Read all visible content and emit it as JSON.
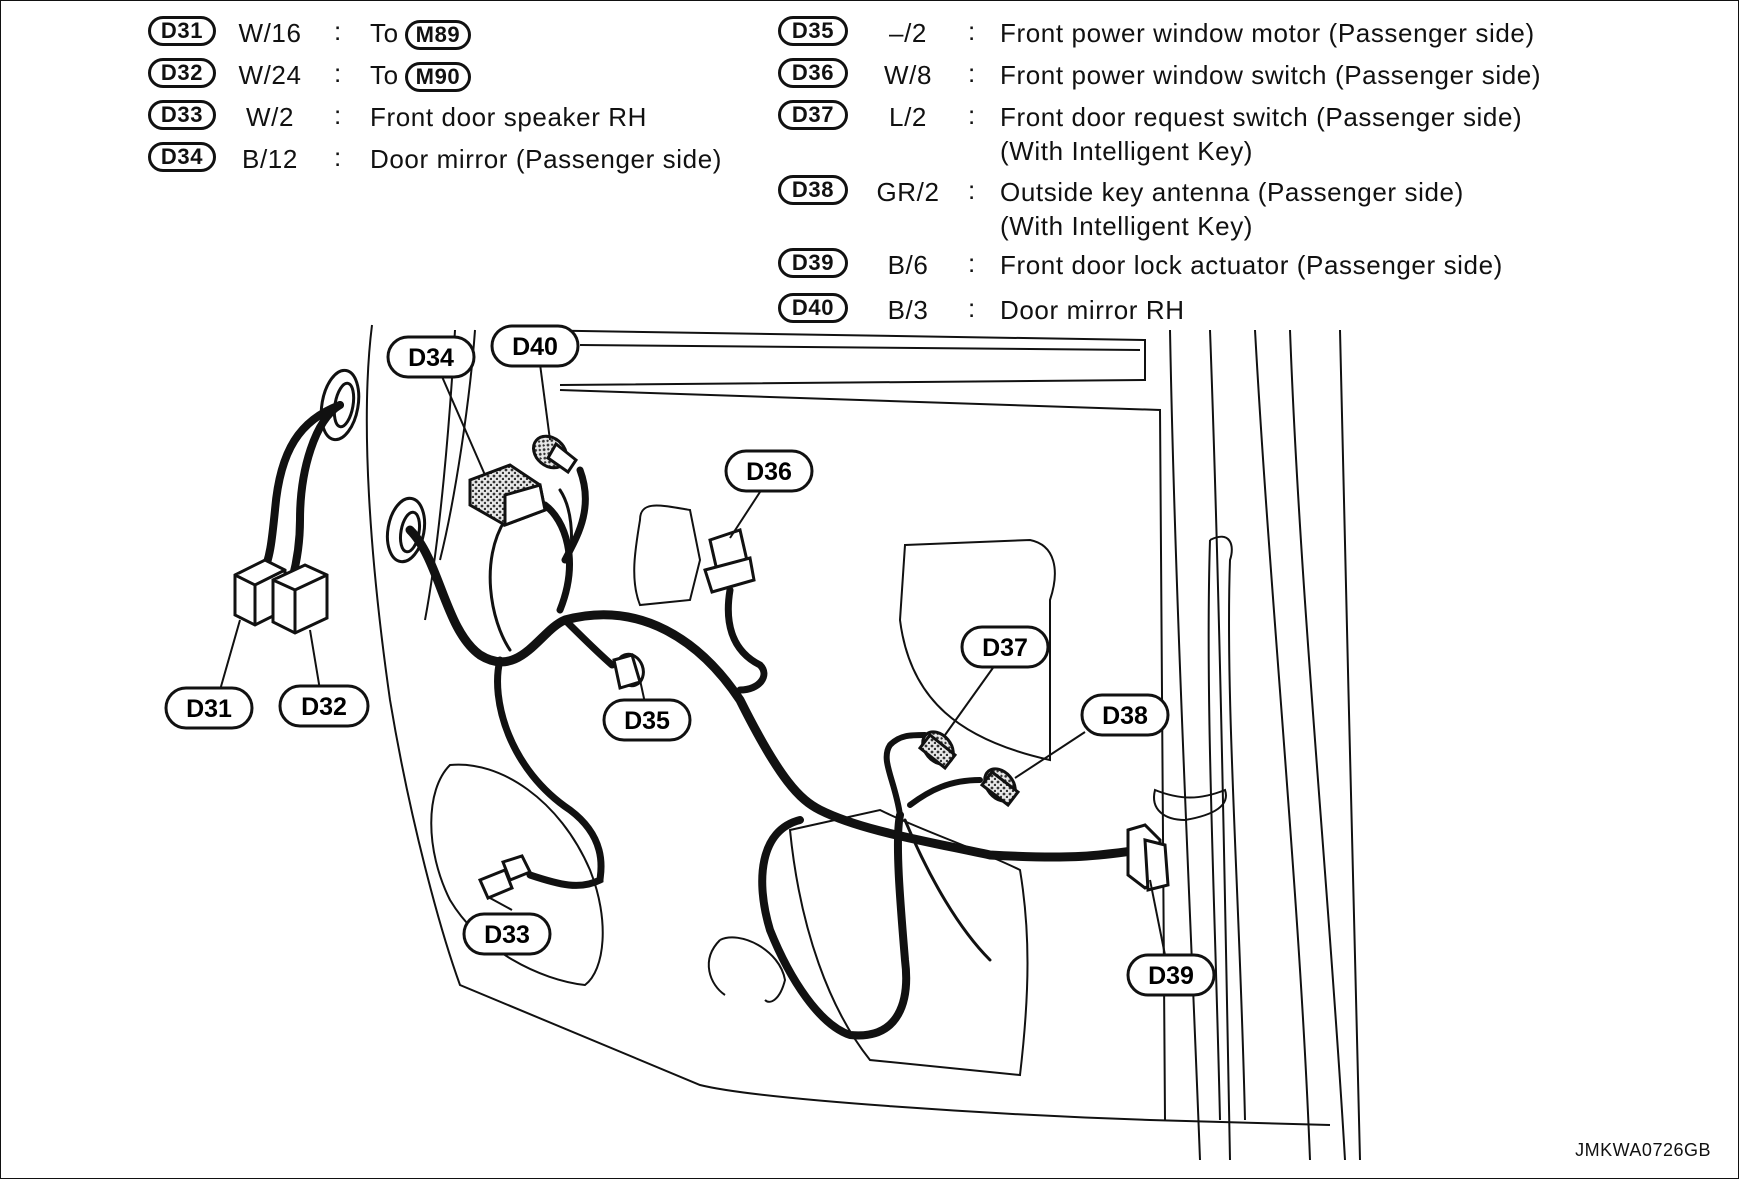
{
  "legend": {
    "rows": [
      {
        "connector": "D31",
        "spec": "W/16",
        "sep": ":",
        "desc": "To",
        "to": "M89"
      },
      {
        "connector": "D32",
        "spec": "W/24",
        "sep": ":",
        "desc": "To",
        "to": "M90"
      },
      {
        "connector": "D33",
        "spec": "W/2",
        "sep": ":",
        "desc": "Front door speaker RH"
      },
      {
        "connector": "D34",
        "spec": "B/12",
        "sep": ":",
        "desc": "Door mirror (Passenger side)"
      },
      {
        "connector": "D35",
        "spec": "–/2",
        "sep": ":",
        "desc": "Front power window motor (Passenger side)"
      },
      {
        "connector": "D36",
        "spec": "W/8",
        "sep": ":",
        "desc": "Front power window switch (Passenger side)"
      },
      {
        "connector": "D37",
        "spec": "L/2",
        "sep": ":",
        "desc": "Front door request switch (Passenger side)",
        "desc2": "(With Intelligent Key)"
      },
      {
        "connector": "D38",
        "spec": "GR/2",
        "sep": ":",
        "desc": "Outside key antenna (Passenger side)",
        "desc2": "(With Intelligent Key)"
      },
      {
        "connector": "D39",
        "spec": "B/6",
        "sep": ":",
        "desc": "Front door lock actuator (Passenger side)"
      },
      {
        "connector": "D40",
        "spec": "B/3",
        "sep": ":",
        "desc": "Door mirror RH"
      }
    ]
  },
  "callouts": {
    "d31": "D31",
    "d32": "D32",
    "d33": "D33",
    "d34": "D34",
    "d35": "D35",
    "d36": "D36",
    "d37": "D37",
    "d38": "D38",
    "d39": "D39",
    "d40": "D40"
  },
  "figure_code": "JMKWA0726GB",
  "colors": {
    "ink": "#111111",
    "background": "#ffffff",
    "connector_fill": "#bdbdbd"
  }
}
